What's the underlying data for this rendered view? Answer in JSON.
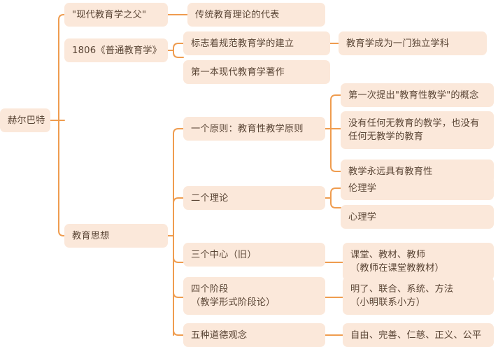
{
  "theme": {
    "node_fill": "#fbe8da",
    "link_color": "#ef9c4f",
    "text_color": "#5b4636",
    "background": "#ffffff"
  },
  "root": {
    "label": "赫尔巴特"
  },
  "level1": [
    {
      "id": "l1-0",
      "label": "\"现代教育学之父\""
    },
    {
      "id": "l1-1",
      "label": "1806《普通教育学》"
    },
    {
      "id": "l1-2",
      "label": "教育思想"
    }
  ],
  "level2": [
    {
      "id": "l2-0",
      "parent": "l1-0",
      "label": "传统教育理论的代表"
    },
    {
      "id": "l2-1",
      "parent": "l1-1",
      "label": "标志着规范教育学的建立"
    },
    {
      "id": "l2-2",
      "parent": "l1-1",
      "label": "第一本现代教育学著作"
    },
    {
      "id": "l2-3",
      "parent": "l1-2",
      "label": "一个原则：教育性教学原则"
    },
    {
      "id": "l2-4",
      "parent": "l1-2",
      "label": "二个理论"
    },
    {
      "id": "l2-5",
      "parent": "l1-2",
      "label": "三个中心（旧）"
    },
    {
      "id": "l2-6",
      "parent": "l1-2",
      "label": "四个阶段\n（教学形式阶段论）"
    },
    {
      "id": "l2-7",
      "parent": "l1-2",
      "label": "五种道德观念"
    }
  ],
  "level3": [
    {
      "id": "l3-0",
      "parent": "l2-1",
      "label": "教育学成为一门独立学科"
    },
    {
      "id": "l3-1",
      "parent": "l2-3",
      "label": "第一次提出\"教育性教学\"的概念"
    },
    {
      "id": "l3-2",
      "parent": "l2-3",
      "label": "没有任何无教育的教学，也没有\n任何无教学的教育"
    },
    {
      "id": "l3-3",
      "parent": "l2-3",
      "label": "教学永远具有教育性"
    },
    {
      "id": "l3-4",
      "parent": "l2-4",
      "label": "伦理学"
    },
    {
      "id": "l3-5",
      "parent": "l2-4",
      "label": "心理学"
    },
    {
      "id": "l3-6",
      "parent": "l2-5",
      "label": "课堂、教材、教师\n（教师在课堂教教材）"
    },
    {
      "id": "l3-7",
      "parent": "l2-6",
      "label": "明了、联合、系统、方法\n（小明联系小方）"
    },
    {
      "id": "l3-8",
      "parent": "l2-7",
      "label": "自由、完善、仁慈、正义、公平"
    }
  ]
}
